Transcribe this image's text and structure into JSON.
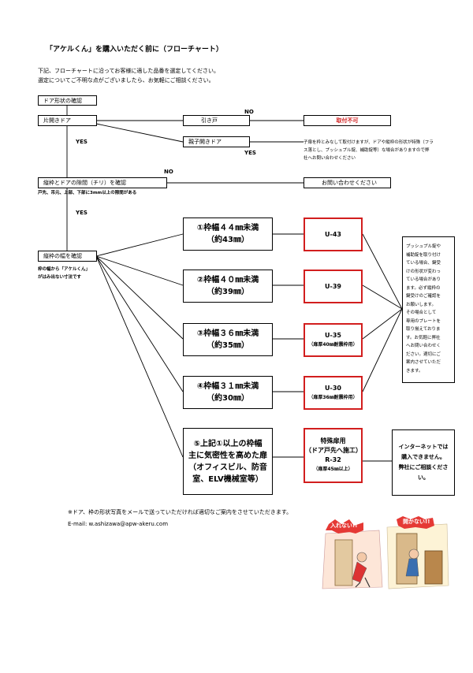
{
  "title": "「アケルくん」を購入いただく前に（フローチャート）",
  "intro": [
    "下記、フローチャートに沿ってお客様に適した品番を選定してください。",
    "選定についてご不明な点がございましたら、お気軽にご相談ください。"
  ],
  "steps": {
    "door_shape": "ドア形状の確認",
    "hinged_door": "片開きドア",
    "sliding_door": "引き戸",
    "double_door": "親子開きドア",
    "gap_check": "縦枠とドアの隙間（チリ）を確認",
    "gap_note": "戸先、吊元、上部、下部に3mm以上の隙間がある",
    "frame_check": "縦枠の幅を確認",
    "frame_note": [
      "枠の幅から「アケルくん」",
      "がはみ出ない寸法です"
    ]
  },
  "results": {
    "not_possible": "取付不可",
    "double_door_note": [
      "子扉を枠とみなして取付けますが、ドアや縦枠の形状が特殊（フラ",
      "ス落とし、プッシュプル錠、補助錠等）な場合がありますので弊",
      "社へお問い合わせください"
    ],
    "contact": "お問い合わせください"
  },
  "branch_labels": {
    "no": "NO",
    "yes": "YES"
  },
  "widths": [
    {
      "line1": "①枠幅４４㎜未満",
      "line2": "（約43㎜）"
    },
    {
      "line1": "②枠幅４０㎜未満",
      "line2": "（約39㎜）"
    },
    {
      "line1": "③枠幅３６㎜未満",
      "line2": "（約35㎜）"
    },
    {
      "line1": "④枠幅３１㎜未満",
      "line2": "（約30㎜）"
    }
  ],
  "special": [
    "⑤上記①以上の枠幅",
    "主に気密性を高めた扉",
    "（オフィスビル、防音",
    "室、ELV機械室等）"
  ],
  "codes": [
    {
      "code": "U-43",
      "sub": ""
    },
    {
      "code": "U-39",
      "sub": ""
    },
    {
      "code": "U-35",
      "sub": "（扉厚40㎜耐震枠用）"
    },
    {
      "code": "U-30",
      "sub": "（扉厚36㎜耐震枠用）"
    }
  ],
  "special_code": {
    "line1": "特殊扉用",
    "line2": "（ドア戸先へ施工）",
    "code": "R-32",
    "sub": "（扉厚45㎜以上）"
  },
  "side_note": [
    "プッシュプル錠や",
    "補助錠を取り付け",
    "ている場合、鍵受",
    "けの形状が変わっ",
    "ている場合があり",
    "ます。必ず縦枠の",
    "鍵受けのご確認を",
    "お願いします。",
    "その場合として",
    "専用のプレートを",
    "取り揃えておりま",
    "す。お気軽に弊社",
    "へお問い合わせく",
    "ださい。適切にご",
    "案内させていただ",
    "きます。"
  ],
  "internet_note": [
    "インターネットでは",
    "購入できません。",
    "弊社にご相談くださ",
    "い。"
  ],
  "footer": {
    "note": "※ドア、枠の形状写真をメールで送っていただければ適切なご案内をさせていただきます。",
    "email": "E-mail: w.ashizawa@apw-akeru.com"
  },
  "illustration": {
    "left_caption": "入れない!!",
    "right_caption": "開かない!!"
  }
}
